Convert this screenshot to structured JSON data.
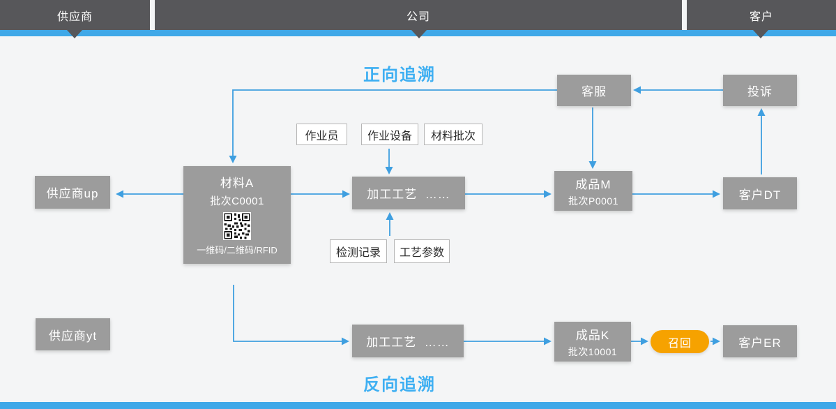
{
  "header": {
    "lanes": [
      {
        "id": "supplier",
        "label": "供应商"
      },
      {
        "id": "company",
        "label": "公司"
      },
      {
        "id": "customer",
        "label": "客户"
      }
    ]
  },
  "titles": {
    "forward": "正向追溯",
    "backward": "反向追溯"
  },
  "nodes": {
    "customer_service": {
      "label": "客服"
    },
    "complaint": {
      "label": "投诉"
    },
    "supplier_up": {
      "label": "供应商up"
    },
    "material_a": {
      "title": "材料A",
      "batch": "批次C0001",
      "codes_caption": "一维码/二维码/RFID"
    },
    "process_forward": {
      "label": "加工工艺  ……"
    },
    "product_m": {
      "title": "成品M",
      "batch": "批次P0001"
    },
    "customer_dt": {
      "label": "客户DT"
    },
    "supplier_yt": {
      "label": "供应商yt"
    },
    "process_backward": {
      "label": "加工工艺  ……"
    },
    "product_k": {
      "title": "成品K",
      "batch": "批次10001"
    },
    "recall": {
      "label": "召回"
    },
    "customer_er": {
      "label": "客户ER"
    }
  },
  "tags": {
    "operator": {
      "label": "作业员"
    },
    "equipment": {
      "label": "作业设备"
    },
    "material_batch": {
      "label": "材料批次"
    },
    "inspection_record": {
      "label": "检测记录"
    },
    "process_params": {
      "label": "工艺参数"
    }
  },
  "colors": {
    "header_dark": "#57575a",
    "bar_blue": "#3fa8e8",
    "node_gray": "#9c9c9c",
    "arrow_blue": "#3f9fe0",
    "title_blue": "#3eaff2",
    "recall_orange": "#f6a200",
    "background": "#f4f5f6"
  }
}
